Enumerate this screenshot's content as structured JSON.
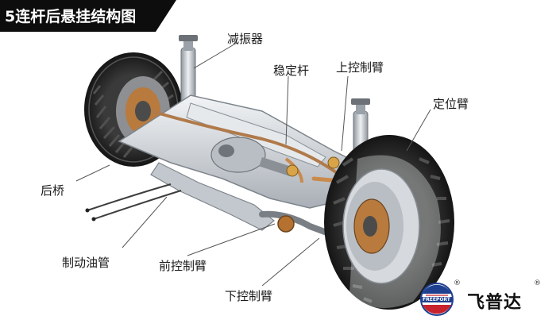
{
  "title": "5连杆后悬挂结构图",
  "labels": {
    "shock_absorber": "减振器",
    "stabilizer_bar": "稳定杆",
    "upper_control_arm": "上控制臂",
    "positioning_arm": "定位臂",
    "rear_axle": "后桥",
    "brake_line": "制动油管",
    "front_control_arm": "前控制臂",
    "lower_control_arm": "下控制臂"
  },
  "brand": {
    "name": "飞普达",
    "registered_mark": "®",
    "logo_text": "FREEPORT"
  },
  "colors": {
    "title_bg": "#0d0d0d",
    "tire": "#2a2a2a",
    "frame": "#d9dde2",
    "frame_shadow": "#9ea4ab",
    "accent_copper": "#b5712f",
    "logo_red": "#c8232c",
    "logo_blue": "#1f3f8f"
  }
}
